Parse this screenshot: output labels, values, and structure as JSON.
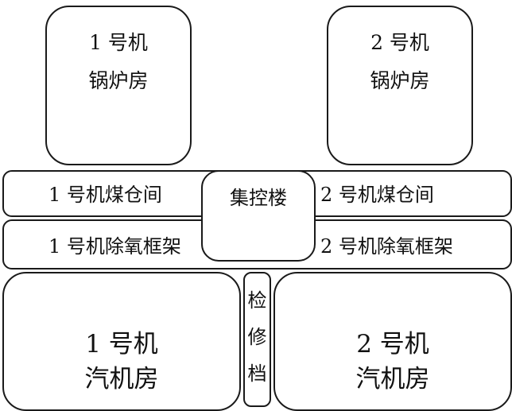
{
  "boiler_house_1": {
    "line1": "1 号机",
    "line2": "锅炉房"
  },
  "boiler_house_2": {
    "line1": "2 号机",
    "line2": "锅炉房"
  },
  "coal_bunker_bay_1": {
    "label": "1 号机煤仓间"
  },
  "coal_bunker_bay_2": {
    "label": "2 号机煤仓间"
  },
  "deaerator_bay_1": {
    "label": "1 号机除氧框架"
  },
  "deaerator_bay_2": {
    "label": "2 号机除氧框架"
  },
  "central_control_building": {
    "label": "集控楼"
  },
  "maintenance_bay": {
    "chars": [
      "检",
      "修",
      "档"
    ]
  },
  "turbine_hall_1": {
    "line1": "1 号机",
    "line2": "汽机房"
  },
  "turbine_hall_2": {
    "line1": "2 号机",
    "line2": "汽机房"
  },
  "colors": {
    "stroke": "#1a1a1a",
    "fill": "#ffffff",
    "text": "#111111"
  }
}
